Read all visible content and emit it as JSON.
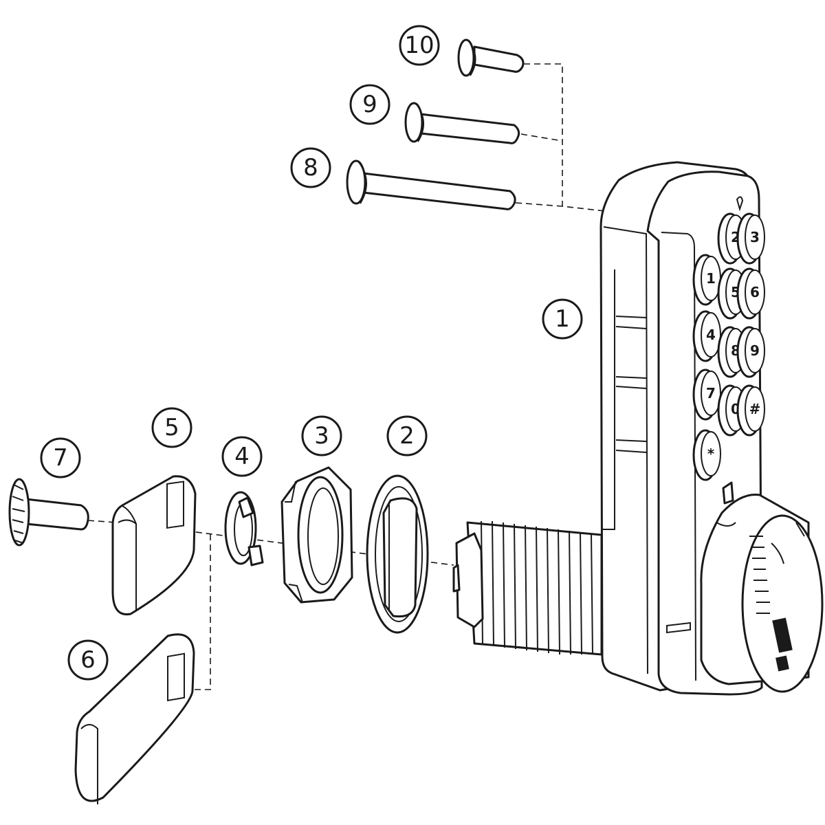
{
  "colors": {
    "stroke": "#1a1a1a",
    "background": "#ffffff"
  },
  "callouts": [
    {
      "id": 1,
      "label": "1"
    },
    {
      "id": 2,
      "label": "2"
    },
    {
      "id": 3,
      "label": "3"
    },
    {
      "id": 4,
      "label": "4"
    },
    {
      "id": 5,
      "label": "5"
    },
    {
      "id": 6,
      "label": "6"
    },
    {
      "id": 7,
      "label": "7"
    },
    {
      "id": 8,
      "label": "8"
    },
    {
      "id": 9,
      "label": "9"
    },
    {
      "id": 10,
      "label": "10"
    }
  ],
  "keypad": {
    "keys": [
      "2",
      "3",
      "1",
      "5",
      "6",
      "4",
      "8",
      "9",
      "7",
      "0",
      "#",
      "*"
    ]
  }
}
